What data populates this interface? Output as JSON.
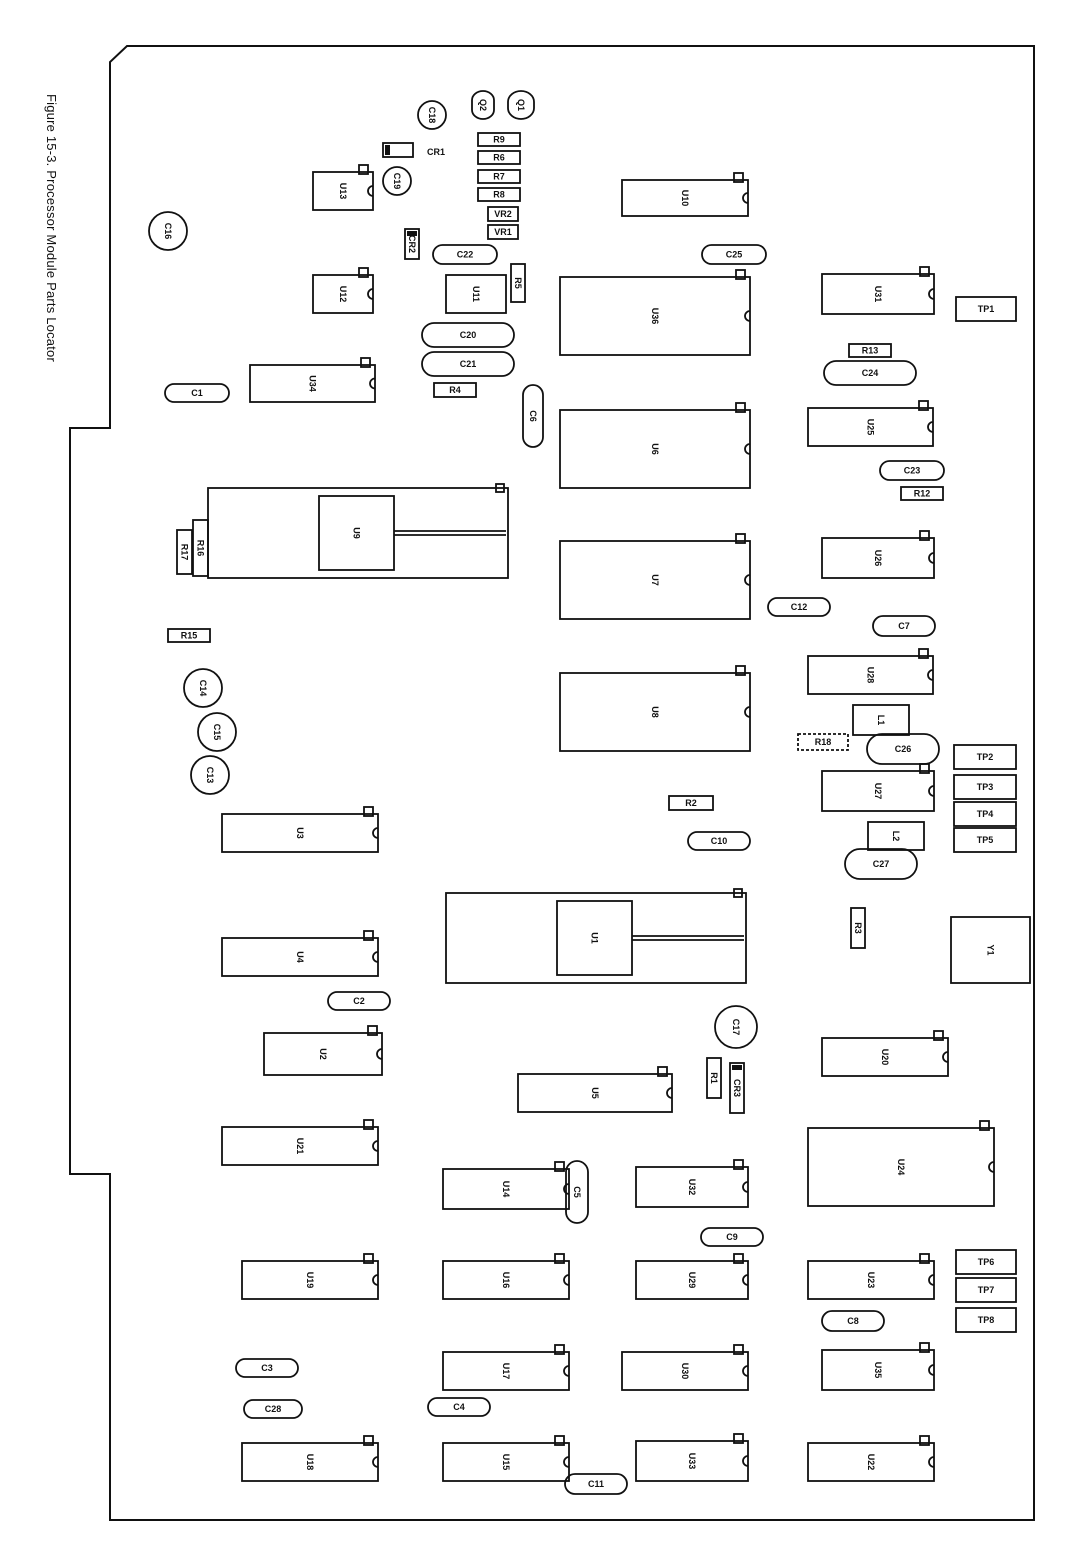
{
  "figure": {
    "caption": "Figure 15-3.  Processor Module Parts Locator"
  },
  "colors": {
    "ink": "#111111",
    "paper": "#ffffff"
  },
  "parts": [
    "U1",
    "U2",
    "U3",
    "U4",
    "U5",
    "U6",
    "U7",
    "U8",
    "U9",
    "U10",
    "U11",
    "U12",
    "U13",
    "U14",
    "U15",
    "U16",
    "U17",
    "U18",
    "U19",
    "U20",
    "U21",
    "U22",
    "U23",
    "U24",
    "U25",
    "U26",
    "U27",
    "U28",
    "U29",
    "U30",
    "U31",
    "U32",
    "U33",
    "U34",
    "U35",
    "U36",
    "C1",
    "C2",
    "C3",
    "C4",
    "C5",
    "C6",
    "C7",
    "C8",
    "C9",
    "C10",
    "C11",
    "C12",
    "C13",
    "C14",
    "C15",
    "C16",
    "C17",
    "C18",
    "C19",
    "C20",
    "C21",
    "C22",
    "C23",
    "C24",
    "C25",
    "C26",
    "C27",
    "C28",
    "R1",
    "R2",
    "R3",
    "R4",
    "R5",
    "R6",
    "R7",
    "R8",
    "R9",
    "R12",
    "R13",
    "R15",
    "R16",
    "R17",
    "R18",
    "Q1",
    "Q2",
    "CR1",
    "CR2",
    "CR3",
    "VR1",
    "VR2",
    "L1",
    "L2",
    "Y1",
    "TP1",
    "TP2",
    "TP3",
    "TP4",
    "TP5",
    "TP6",
    "TP7",
    "TP8"
  ]
}
